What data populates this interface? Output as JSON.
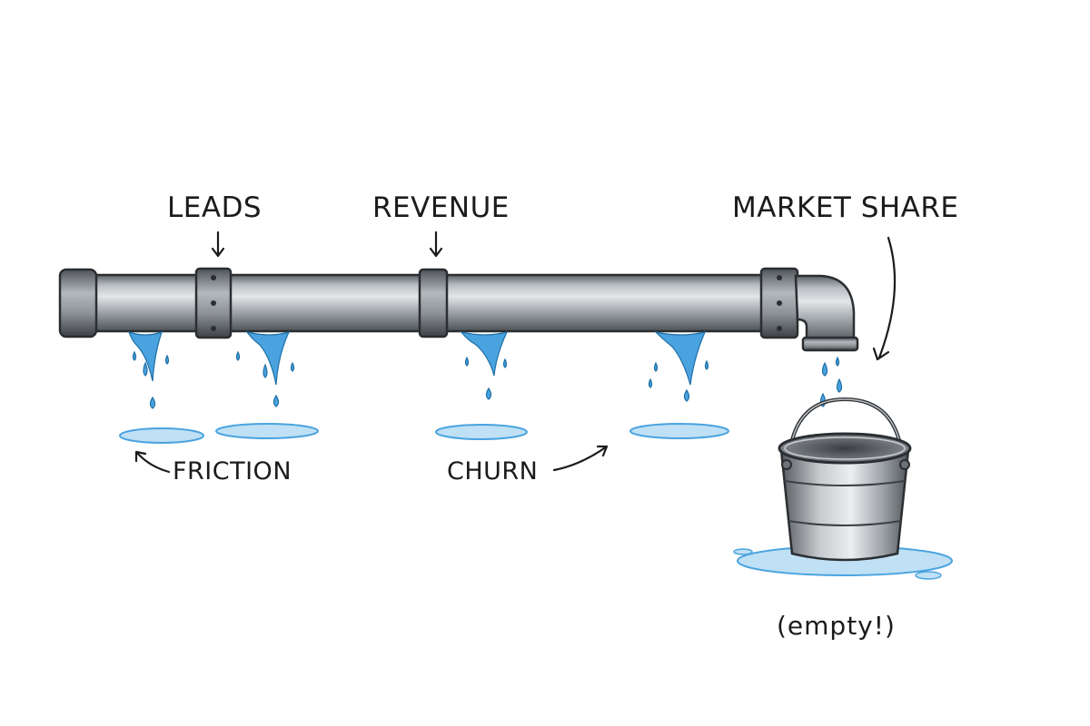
{
  "labels": {
    "leads": "LEADS",
    "revenue": "REVENUE",
    "market_share": "MARKET SHARE",
    "friction": "FRICTION",
    "churn": "CHURN",
    "empty": "(empty!)"
  },
  "colors": {
    "pipe": "#9aa0a6",
    "water": "#4aa3df",
    "ink": "#1b1b1b"
  }
}
